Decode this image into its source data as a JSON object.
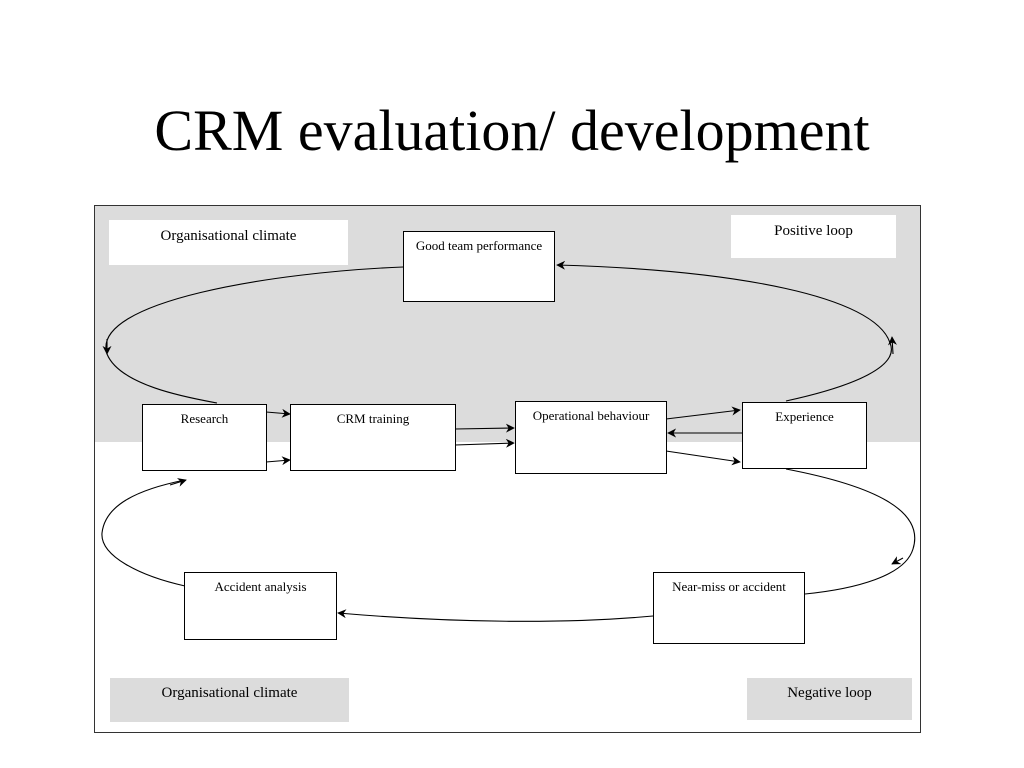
{
  "slide": {
    "title": "CRM evaluation/ development"
  },
  "diagram": {
    "corner_labels": {
      "top_left": "Organisational climate",
      "top_right": "Positive loop",
      "bottom_left": "Organisational climate",
      "bottom_right": "Negative loop"
    },
    "nodes": {
      "good_team_performance": "Good team performance",
      "research": "Research",
      "crm_training": "CRM training",
      "operational_behaviour": "Operational behaviour",
      "experience": "Experience",
      "accident_analysis": "Accident analysis",
      "near_miss_or_accident": "Near-miss or accident"
    },
    "colors": {
      "upper_band": "#dcdcdc",
      "frame_border": "#333333",
      "arrow": "#000000"
    }
  }
}
